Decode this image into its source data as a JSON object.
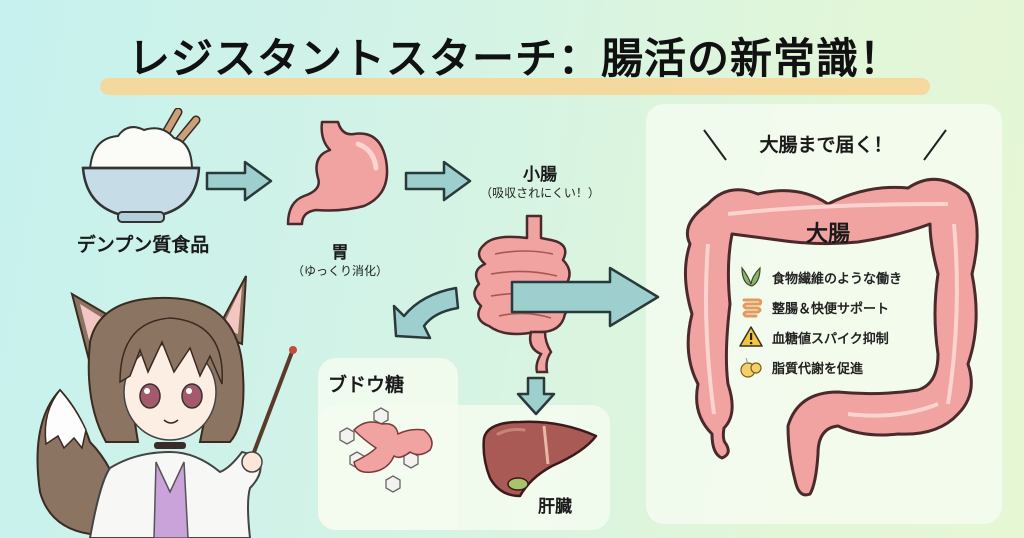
{
  "title": "レジスタントスターチ：腸活の新常識！",
  "colors": {
    "background_start": "#c6f1ee",
    "background_end": "#e6f7d4",
    "title_highlight": "#f6d79b",
    "arrow_fill": "#9ccfcd",
    "organ_pink": "#f0a3a0",
    "organ_outline": "#4a2a2a",
    "liver": "#a95a55",
    "panel_bg": "#f5fcf0"
  },
  "flow": {
    "starch": {
      "label": "デンプン質食品",
      "icon": "rice-bowl-icon"
    },
    "stomach": {
      "label": "胃",
      "note": "（ゆっくり消化）",
      "icon": "stomach-icon"
    },
    "small_intestine": {
      "label": "小腸",
      "note": "（吸収されにくい！）",
      "icon": "small-intestine-icon"
    },
    "glucose": {
      "label": "ブドウ糖",
      "icon": "glucose-molecules-icon"
    },
    "liver": {
      "label": "肝臓",
      "icon": "liver-icon"
    }
  },
  "colon_panel": {
    "callout": "大腸まで届く！",
    "label": "大腸",
    "benefits": [
      {
        "icon": "leaf-icon",
        "text": "食物繊維のような働き"
      },
      {
        "icon": "intestine-icon",
        "text": "整腸＆快便サポート"
      },
      {
        "icon": "warning-icon",
        "text": "血糖値スパイク抑制"
      },
      {
        "icon": "fat-droplet-icon",
        "text": "脂質代謝を促進"
      }
    ]
  },
  "character": {
    "description": "fox-eared girl in lab coat holding pointer"
  }
}
